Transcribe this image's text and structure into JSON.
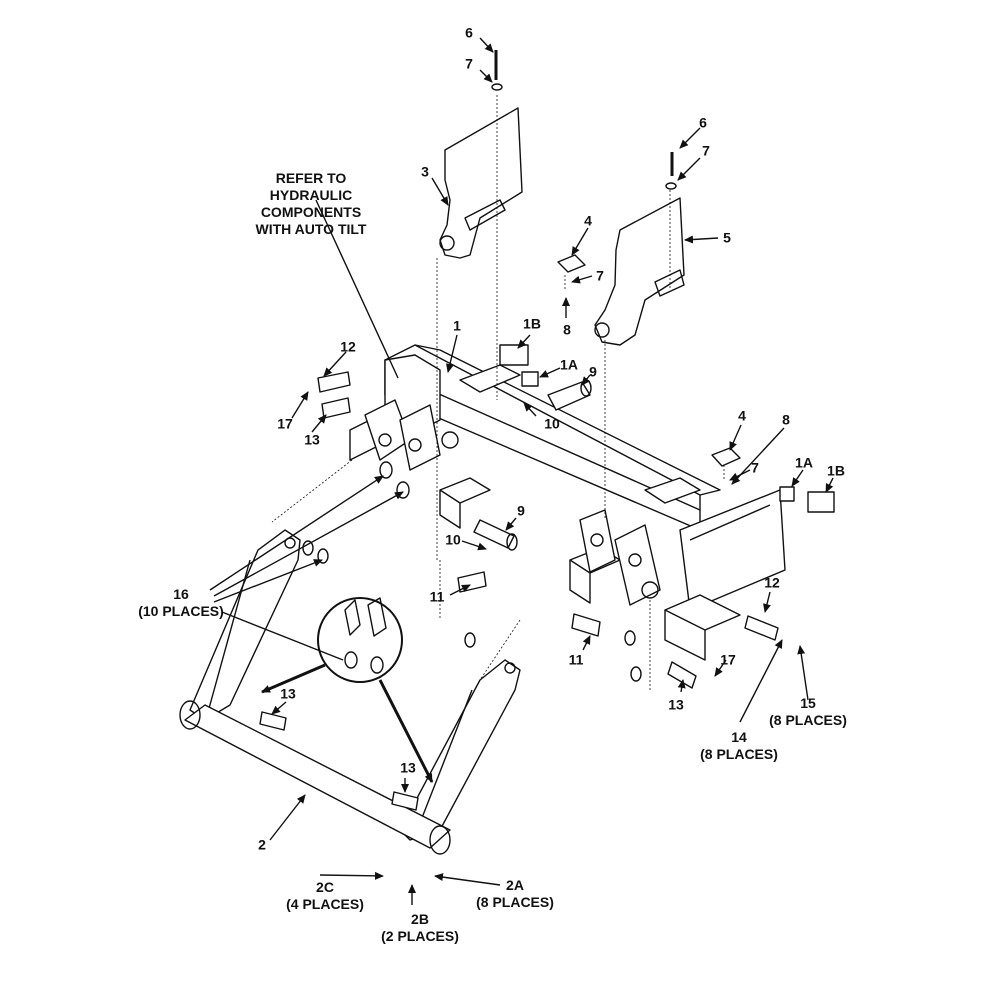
{
  "labels": {
    "l6a": "6",
    "l7a": "7",
    "l3": "3",
    "l6b": "6",
    "l7b": "7",
    "l5": "5",
    "l4a": "4",
    "l7c": "7",
    "l8a": "8",
    "l1": "1",
    "l1Ba": "1B",
    "l1Aa": "1A",
    "l9a": "9",
    "l10a": "10",
    "l12a": "12",
    "l17a": "17",
    "l13a": "13",
    "l4b": "4",
    "l8b": "8",
    "l7d": "7",
    "l1Ab": "1A",
    "l1Bb": "1B",
    "l9b": "9",
    "l10b": "10",
    "l11a": "11",
    "l12b": "12",
    "l11b": "11",
    "l17b": "17",
    "l13b": "13",
    "l13c": "13",
    "l13d": "13",
    "l2": "2",
    "l2C": "2C\n(4 PLACES)",
    "l2B": "2B\n(2 PLACES)",
    "l2A": "2A\n(8 PLACES)",
    "l16": "16\n(10 PLACES)",
    "l14": "14\n(8 PLACES)",
    "l15": "15\n(8 PLACES)",
    "refer": "REFER TO\nHYDRAULIC\nCOMPONENTS\nWITH AUTO TILT"
  },
  "colors": {
    "ink": "#111111",
    "paper": "#ffffff",
    "fill": "#f2f2f2"
  }
}
